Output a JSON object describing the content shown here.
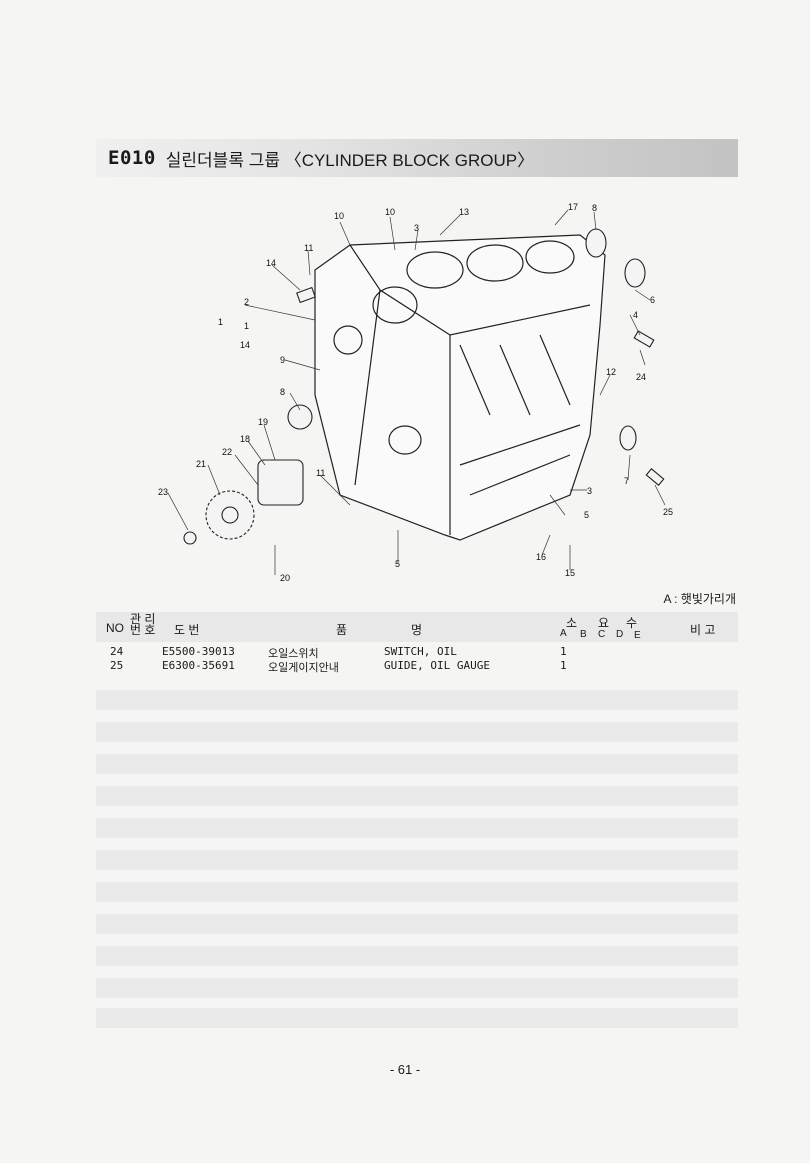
{
  "header": {
    "code": "E010",
    "title": "실린더블록 그룹 〈CYLINDER BLOCK GROUP〉"
  },
  "diagram": {
    "callouts": [
      "10",
      "10",
      "13",
      "17",
      "8",
      "3",
      "11",
      "14",
      "2",
      "1",
      "1",
      "14",
      "6",
      "4",
      "9",
      "12",
      "24",
      "8",
      "19",
      "18",
      "22",
      "21",
      "23",
      "11",
      "7",
      "5",
      "25",
      "16",
      "15",
      "5",
      "20",
      "3"
    ]
  },
  "note": "A : 햇빛가리개",
  "table": {
    "headers": {
      "no": "NO",
      "kanri_top": "관 리",
      "kanri_bottom": "번 호",
      "drawing": "도   번",
      "name_left": "품",
      "name_right": "명",
      "qty_top_1": "소",
      "qty_top_2": "요",
      "qty_top_3": "수",
      "qty_a": "A",
      "qty_b": "B",
      "qty_c": "C",
      "qty_d": "D",
      "qty_e": "E",
      "remarks": "비 고"
    },
    "rows": [
      {
        "no": "24",
        "part": "E5500-39013",
        "kor": "오일스위치",
        "eng": "SWITCH, OIL",
        "qty": "1"
      },
      {
        "no": "25",
        "part": "E6300-35691",
        "kor": "오일게이지안내",
        "eng": "GUIDE, OIL GAUGE",
        "qty": "1"
      }
    ]
  },
  "page": "- 61 -"
}
